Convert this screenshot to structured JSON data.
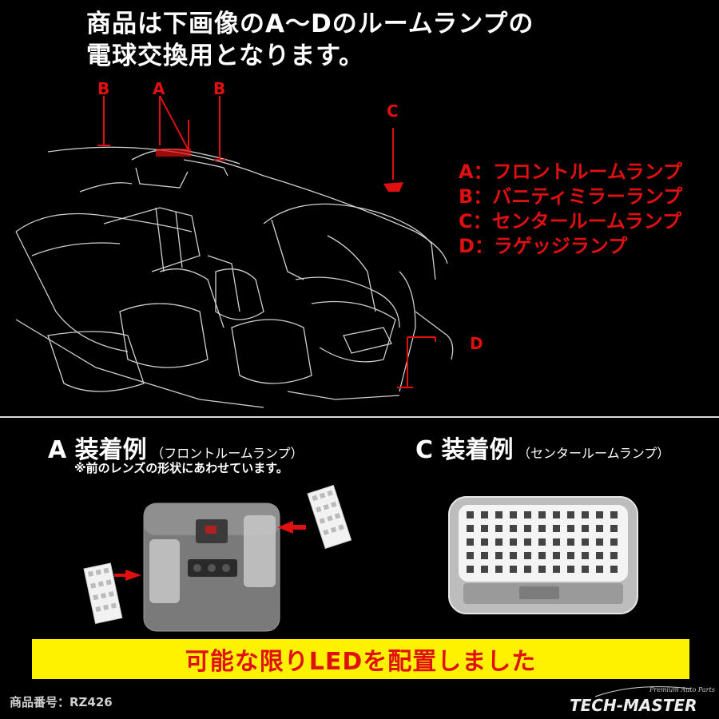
{
  "headline": {
    "line1": "商品は下画像のA〜Dのルームランプの",
    "line2": "電球交換用となります。"
  },
  "markers": {
    "a": "A",
    "b_left": "B",
    "b_right": "B",
    "c": "C",
    "d": "D"
  },
  "legend": [
    "A：フロントルームランプ",
    "B：バニティミラーランプ",
    "C：センタールームランプ",
    "D：ラゲッジランプ"
  ],
  "example_a": {
    "title": "A 装着例",
    "subtitle": "（フロントルームランプ）",
    "note": "※前のレンズの形状にあわせています。"
  },
  "example_c": {
    "title": "C 装着例",
    "subtitle": "（センタールームランプ）"
  },
  "banner": "可能な限りLEDを配置しました",
  "product_number": "商品番号：RZ426",
  "logo": {
    "tagline": "Premium Auto Parts",
    "name": "TECH-MASTER"
  },
  "colors": {
    "accent_red": "#e01010",
    "banner_yellow": "#fff200",
    "background": "#000000"
  }
}
